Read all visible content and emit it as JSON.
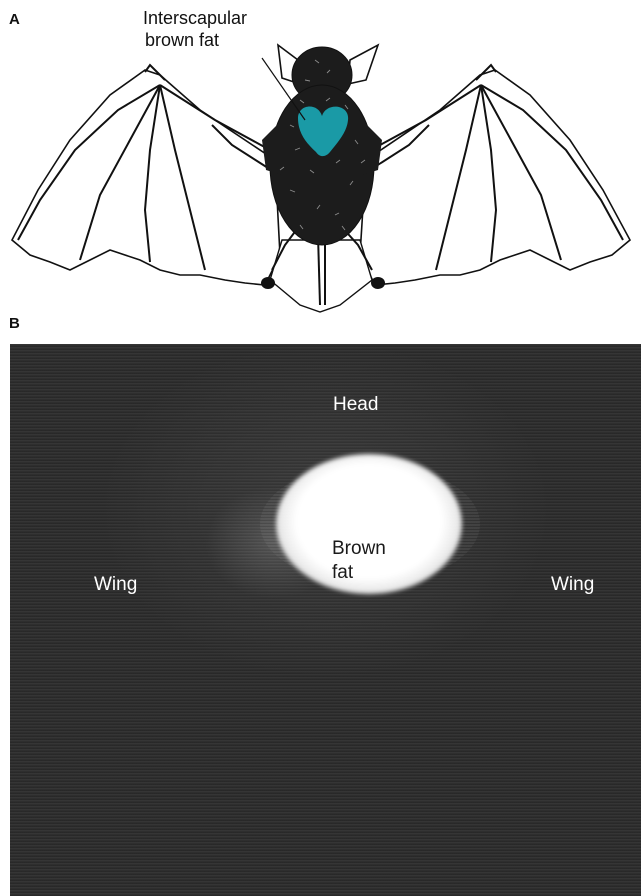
{
  "panel_a": {
    "label": "A",
    "callout_line1": "Interscapular",
    "callout_line2": "brown fat",
    "fat_color": "#1a9aa6"
  },
  "panel_b": {
    "label": "B",
    "head": "Head",
    "brown_fat_line1": "Brown",
    "brown_fat_line2": "fat",
    "wing_left": "Wing",
    "wing_right": "Wing"
  }
}
